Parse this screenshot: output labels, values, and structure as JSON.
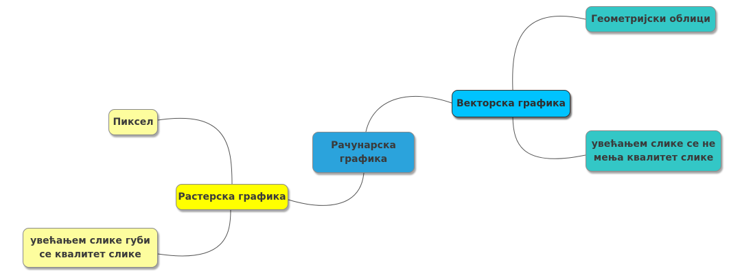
{
  "mindmap": {
    "root": {
      "label": "Рачунарска\nграфика",
      "color": "#2ba3dc"
    },
    "branches": [
      {
        "label": "Растерска графика",
        "color": "#ffff00",
        "children": [
          {
            "label": "Пиксел",
            "color": "#fdfd9e"
          },
          {
            "label": "увећањем слике губи\nсе квалитет слике",
            "color": "#fdfd9e"
          }
        ]
      },
      {
        "label": "Векторска графика",
        "color": "#00c3ff",
        "children": [
          {
            "label": "Геометријски облици",
            "color": "#33c7c6"
          },
          {
            "label": "увећањем слике се не\nмења квалитет слике",
            "color": "#33c7c6"
          }
        ]
      }
    ]
  }
}
